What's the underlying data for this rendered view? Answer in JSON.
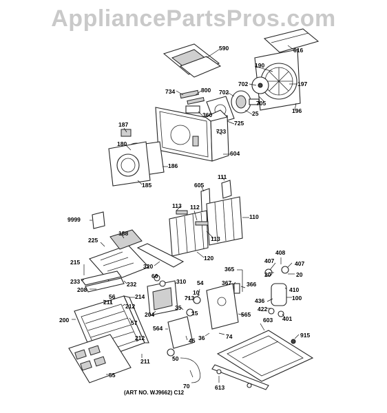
{
  "watermark": "AppliancePartsPros.com",
  "art_note": "(ART NO. WJ9662) C12",
  "part_labels": [
    "590",
    "616",
    "190",
    "197",
    "702",
    "800",
    "734",
    "702",
    "705",
    "360",
    "25",
    "196",
    "725",
    "733",
    "187",
    "180",
    "604",
    "186",
    "185",
    "111",
    "605",
    "9999",
    "113",
    "112",
    "110",
    "188",
    "113",
    "225",
    "120",
    "320",
    "408",
    "365",
    "407",
    "407",
    "215",
    "20",
    "20",
    "60",
    "310",
    "54",
    "367",
    "366",
    "233",
    "208",
    "232",
    "214",
    "10",
    "436",
    "100",
    "410",
    "422",
    "401",
    "56",
    "211",
    "212",
    "204",
    "35",
    "713",
    "15",
    "565",
    "57",
    "200",
    "564",
    "36",
    "74",
    "45",
    "603",
    "915",
    "212",
    "211",
    "50",
    "70",
    "55",
    "613"
  ]
}
